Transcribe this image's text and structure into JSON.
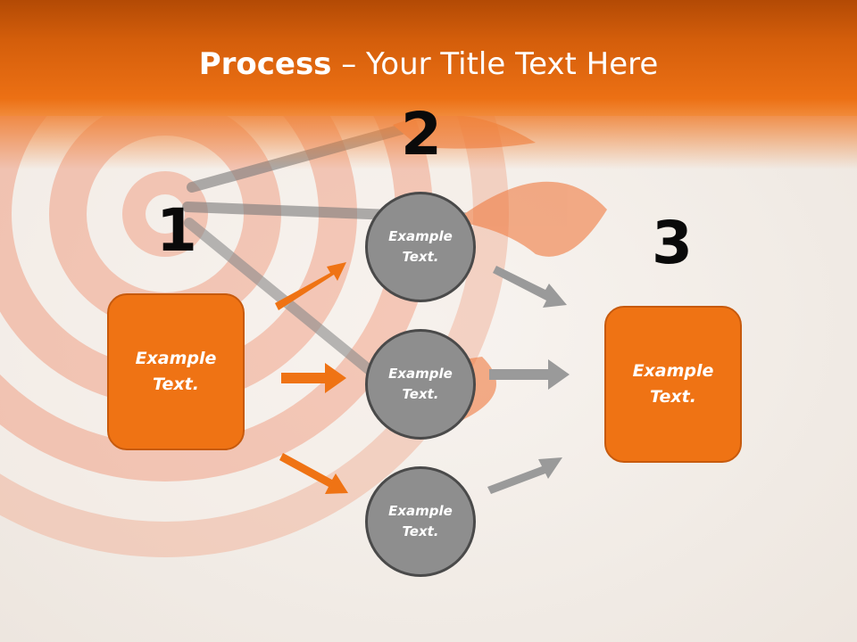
{
  "title": {
    "bold": "Process",
    "rest": " – Your Title Text Here"
  },
  "steps": [
    "1",
    "2",
    "3"
  ],
  "boxes": {
    "left": "Example\nText.",
    "right": "Example\nText."
  },
  "circles": [
    "Example\nText.",
    "Example\nText.",
    "Example\nText."
  ],
  "colors": {
    "accent": "#ef7314",
    "accent_dark": "#c75a0d",
    "circle": "#8e8e8e",
    "circle_border": "#4a4a4a",
    "gray_arrow": "#9a9a9a"
  }
}
